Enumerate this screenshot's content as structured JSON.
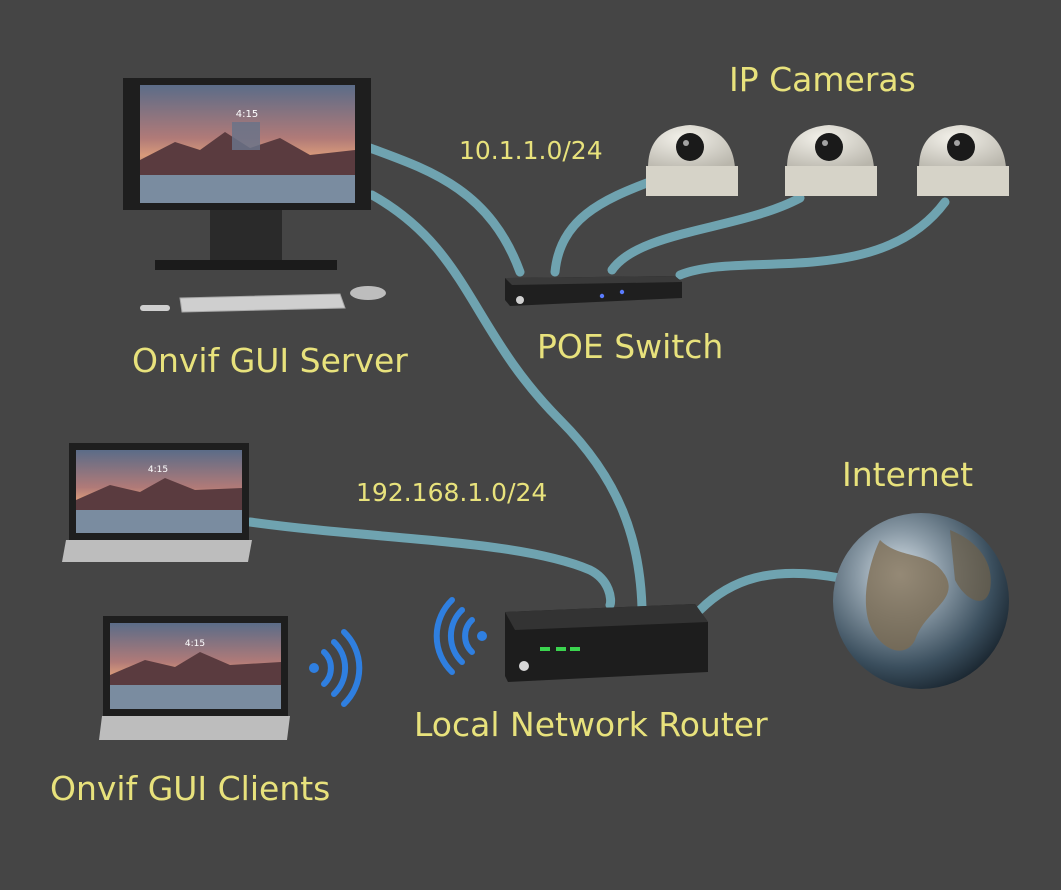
{
  "labels": {
    "ip_cameras": "IP Cameras",
    "subnet_poe": "10.1.1.0/24",
    "server": "Onvif GUI Server",
    "poe_switch": "POE Switch",
    "subnet_lan": "192.168.1.0/24",
    "internet": "Internet",
    "router": "Local Network Router",
    "clients": "Onvif GUI Clients"
  },
  "screens": {
    "clock": "4:15"
  },
  "colors": {
    "background": "#454545",
    "label": "#e8e27c",
    "cable": "#6fa3b0",
    "wifi": "#2f7fe0",
    "device_dark": "#1e1e1e",
    "camera_body": "#dcdad2"
  },
  "icons": [
    "server-monitor-icon",
    "keyboard-icon",
    "mouse-icon",
    "laptop-icon",
    "camera-dome-icon",
    "switch-icon",
    "router-icon",
    "globe-icon",
    "wifi-icon"
  ]
}
